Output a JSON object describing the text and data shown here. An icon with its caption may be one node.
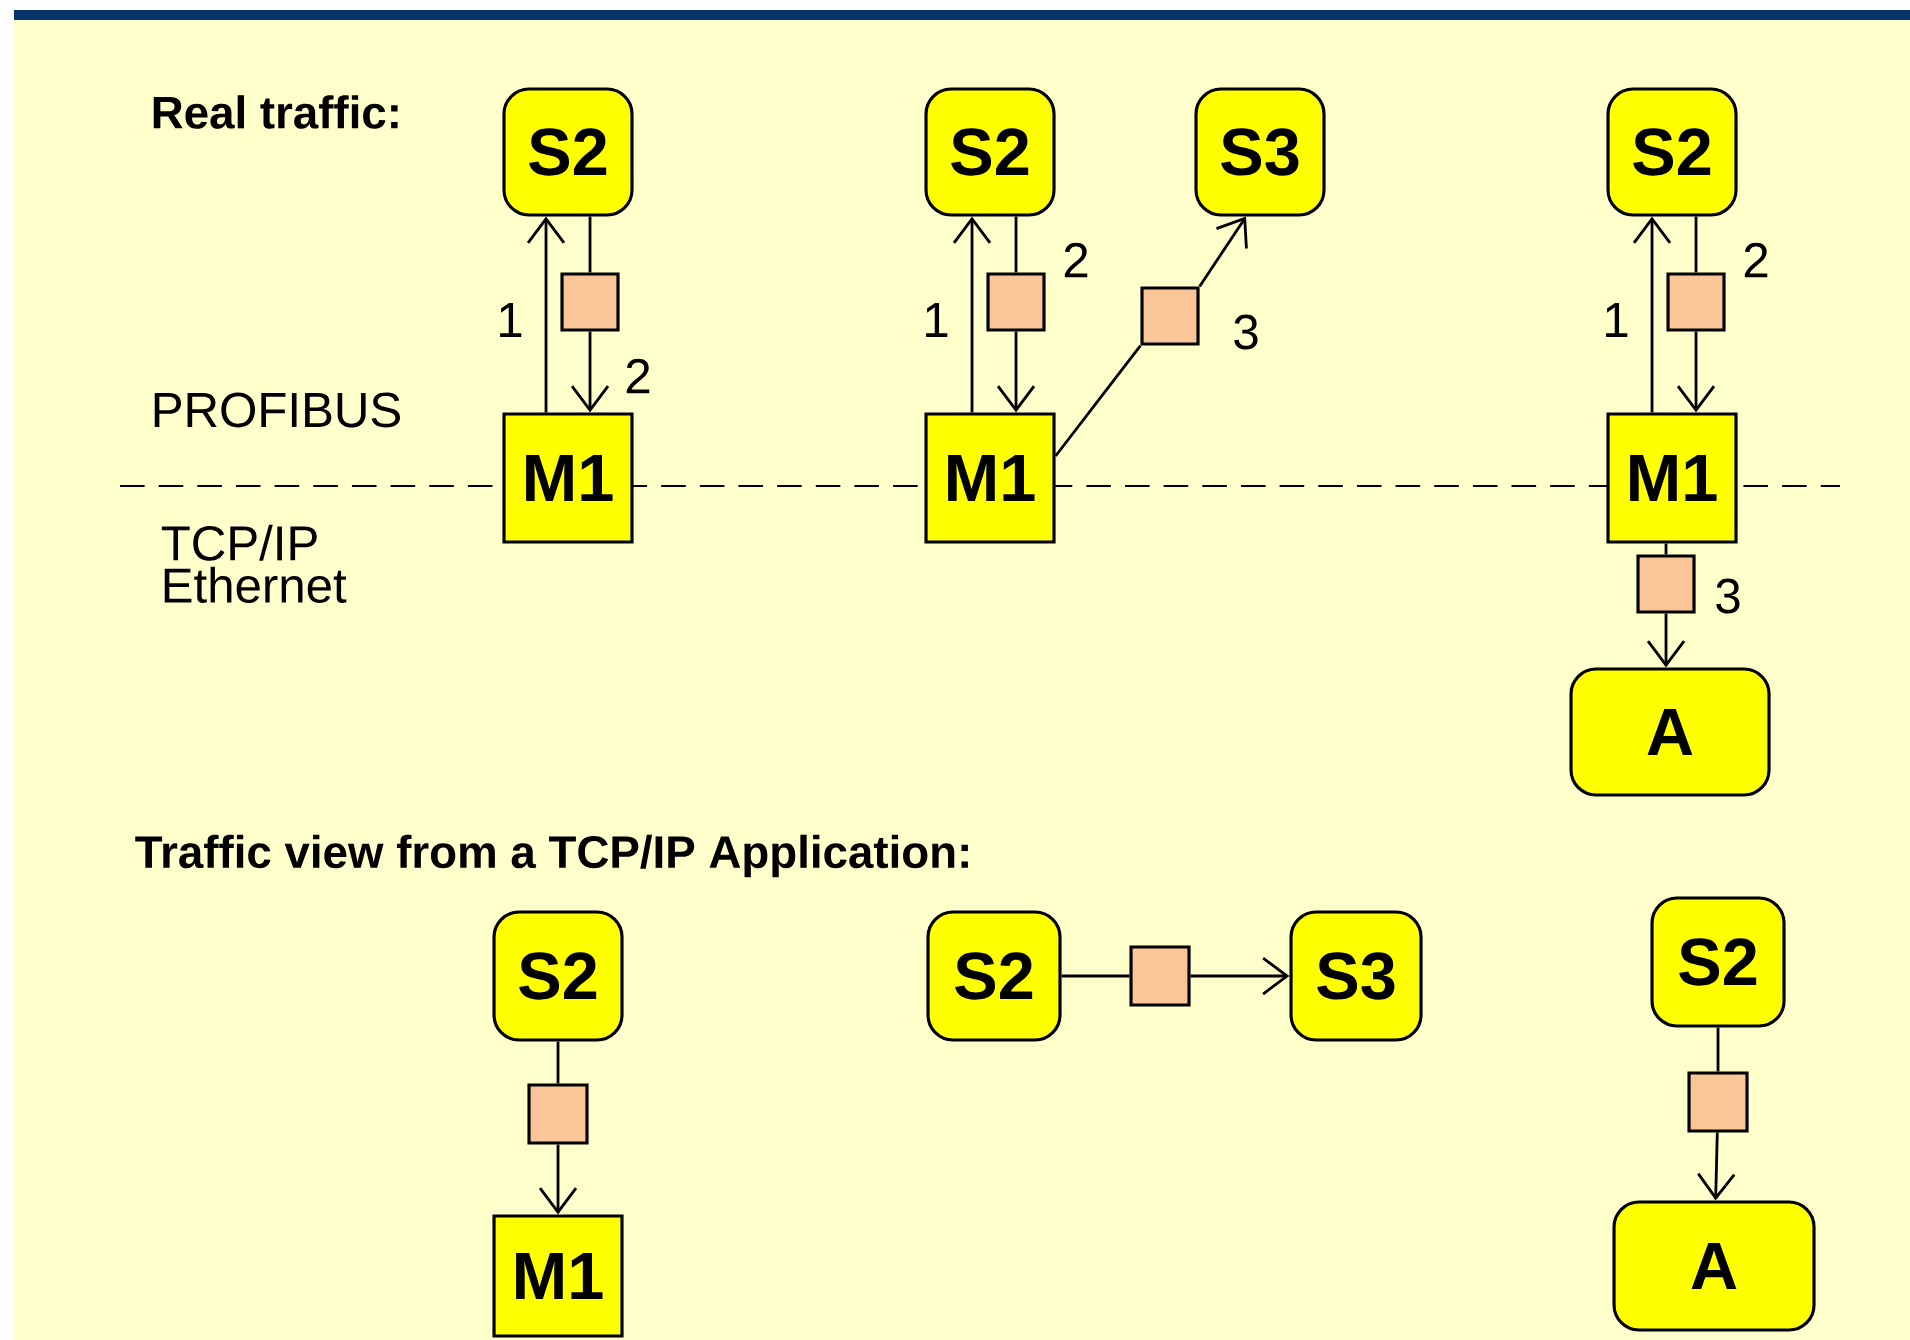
{
  "diagram": {
    "nodes": [
      {
        "text": [
          "S2"
        ]
      },
      {
        "text": [
          "S2"
        ]
      },
      {
        "text": [
          "S3"
        ]
      },
      {
        "text": [
          "S2"
        ]
      },
      {
        "text": [],
        "shape": "box"
      },
      {
        "text": [],
        "shape": "box"
      },
      {
        "text": [],
        "shape": "box"
      },
      {
        "text": [],
        "shape": "box"
      },
      {
        "text": [
          "M1"
        ]
      },
      {
        "text": [
          "M1"
        ]
      },
      {
        "text": [
          "M1"
        ]
      },
      {
        "text": [],
        "shape": "box"
      },
      {
        "text": [
          "A"
        ]
      },
      {
        "text": [
          "S2"
        ]
      },
      {
        "text": [
          "S2"
        ]
      },
      {
        "text": [],
        "shape": "box"
      },
      {
        "text": [
          "S3"
        ]
      },
      {
        "text": [
          "S2"
        ]
      },
      {
        "text": [],
        "shape": "box"
      },
      {
        "text": [],
        "shape": "box"
      },
      {
        "text": [
          "M1"
        ]
      },
      {
        "text": [
          "A"
        ]
      }
    ],
    "edges": [
      {
        "from": 8,
        "to": 0,
        "arrow": "to",
        "label": "1"
      },
      {
        "from": 0,
        "to": 4,
        "arrow": "none"
      },
      {
        "from": 4,
        "to": 8,
        "arrow": "to",
        "label": "2"
      },
      {
        "from": 9,
        "to": 1,
        "arrow": "to",
        "label": "1"
      },
      {
        "from": 1,
        "to": 5,
        "arrow": "none",
        "label": "2"
      },
      {
        "from": 5,
        "to": 9,
        "arrow": "to"
      },
      {
        "from": 9,
        "to": 6,
        "arrow": "none"
      },
      {
        "from": 6,
        "to": 2,
        "arrow": "to",
        "label": "3"
      },
      {
        "from": 10,
        "to": 3,
        "arrow": "to",
        "label": "1"
      },
      {
        "from": 3,
        "to": 7,
        "arrow": "none",
        "label": "2"
      },
      {
        "from": 7,
        "to": 10,
        "arrow": "to"
      },
      {
        "from": 10,
        "to": 11,
        "arrow": "none"
      },
      {
        "from": 11,
        "to": 12,
        "arrow": "to",
        "label": "3"
      },
      {
        "from": 13,
        "to": 18,
        "arrow": "none"
      },
      {
        "from": 18,
        "to": 20,
        "arrow": "to"
      },
      {
        "from": 14,
        "to": 15,
        "arrow": "none"
      },
      {
        "from": 15,
        "to": 16,
        "arrow": "to"
      },
      {
        "from": 17,
        "to": 19,
        "arrow": "none"
      },
      {
        "from": 19,
        "to": 21,
        "arrow": "to"
      }
    ],
    "labels": [
      "Real traffic:",
      "PROFIBUS",
      "TCP/IP Ethernet",
      "Traffic view from a TCP/IP Application:"
    ]
  }
}
